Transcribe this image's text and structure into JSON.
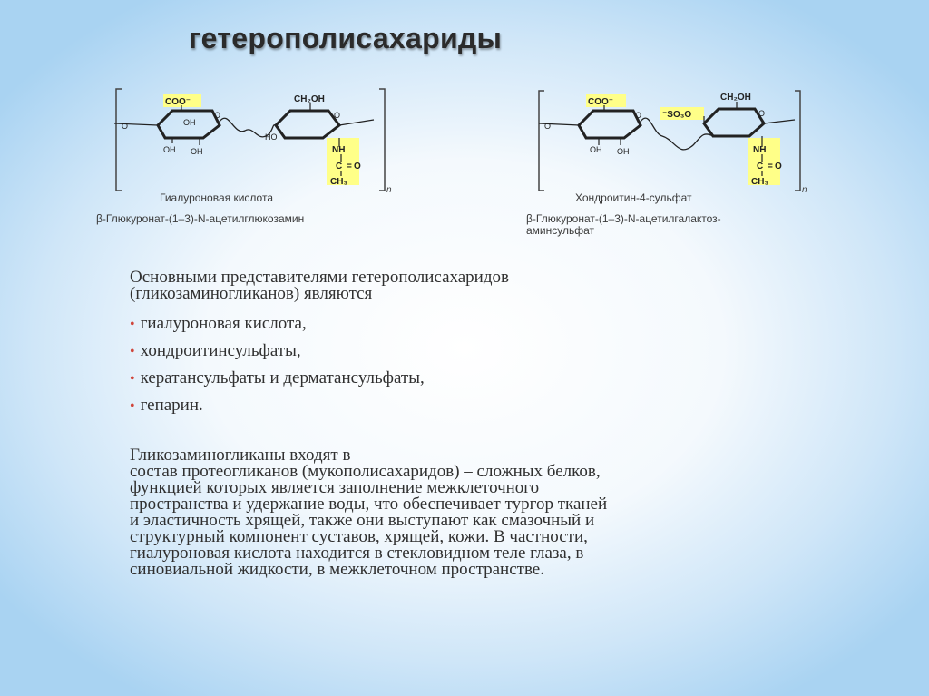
{
  "title": "гетерополисахариды",
  "figures": [
    {
      "ring_labels": {
        "coo": "COO⁻",
        "ch2oh": "CH₂OH",
        "oh_1": "OH",
        "oh_2": "OH",
        "oh_3": "OH",
        "ho": "HO",
        "nh": "NH",
        "c": "C",
        "eq": "=",
        "o": "O",
        "ch3": "CH₃",
        "n": "n"
      },
      "name": "Гиалуроновая кислота",
      "subtitle_lines": [
        "β-Глюкуронат-(1–3)-N-ацетилглюкозамин"
      ]
    },
    {
      "ring_labels": {
        "coo": "COO⁻",
        "ch2oh": "CH₂OH",
        "so3": "⁻SO₃O",
        "oh_1": "OH",
        "oh_2": "OH",
        "nh": "NH",
        "c": "C",
        "eq": "=",
        "o": "O",
        "ch3": "CH₃",
        "n": "n"
      },
      "name": "Хондроитин-4-сульфат",
      "subtitle_lines": [
        "β-Глюкуронат-(1–3)-N-ацетилгалактоз-",
        "аминсульфат"
      ]
    }
  ],
  "intro_lines": [
    "Основными представителями гетерополисахаридов",
    "(гликозаминогликанов) являются"
  ],
  "bullet_glyph": "•",
  "items": [
    "гиалуроновая кислота,",
    "хондроитинсульфаты,",
    "кератансульфаты и дерматансульфаты,",
    "гепарин."
  ],
  "paragraph_lines": [
    "Гликозаминогликаны входят в",
    "состав протеогликанов (мукополисахаридов) – сложных белков,",
    "функцией которых является заполнение межклеточного",
    "пространства и удержание воды, что обеспечивает тургор тканей",
    "и эластичность хрящей, также они выступают как смазочный и",
    "структурный компонент суставов, хрящей, кожи. В частности,",
    "гиалуроновая кислота находится в стекловидном теле глаза, в",
    "синовиальной жидкости, в межклеточном пространстве."
  ],
  "colors": {
    "highlight": "#ffff88",
    "bullet": "#d0453a",
    "text": "#303030"
  }
}
